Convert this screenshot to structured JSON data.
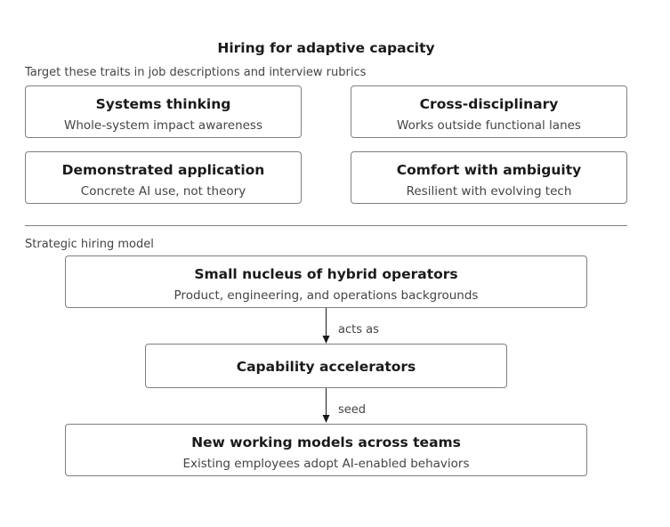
{
  "title": "Hiring for adaptive capacity",
  "traits_section": {
    "label": "Target these traits in job descriptions and interview rubrics",
    "traits": [
      {
        "title": "Systems thinking",
        "description": "Whole-system impact awareness"
      },
      {
        "title": "Cross-disciplinary",
        "description": "Works outside functional lanes"
      },
      {
        "title": "Demonstrated application",
        "description": "Concrete AI use, not theory"
      },
      {
        "title": "Comfort with ambiguity",
        "description": "Resilient with evolving tech"
      }
    ]
  },
  "model_section": {
    "label": "Strategic hiring model",
    "nodes": [
      {
        "title": "Small nucleus of hybrid operators",
        "description": "Product, engineering, and operations backgrounds"
      },
      {
        "title": "Capability accelerators",
        "description": ""
      },
      {
        "title": "New working models across teams",
        "description": "Existing employees adopt AI-enabled behaviors"
      }
    ],
    "edges": [
      {
        "from": "Small nucleus of hybrid operators",
        "to": "Capability accelerators",
        "label": "acts as"
      },
      {
        "from": "Capability accelerators",
        "to": "New working models across teams",
        "label": "seed"
      }
    ]
  },
  "colors": {
    "border": "#7f7f7f",
    "text_primary": "#1a1a1a",
    "text_secondary": "#444444"
  }
}
